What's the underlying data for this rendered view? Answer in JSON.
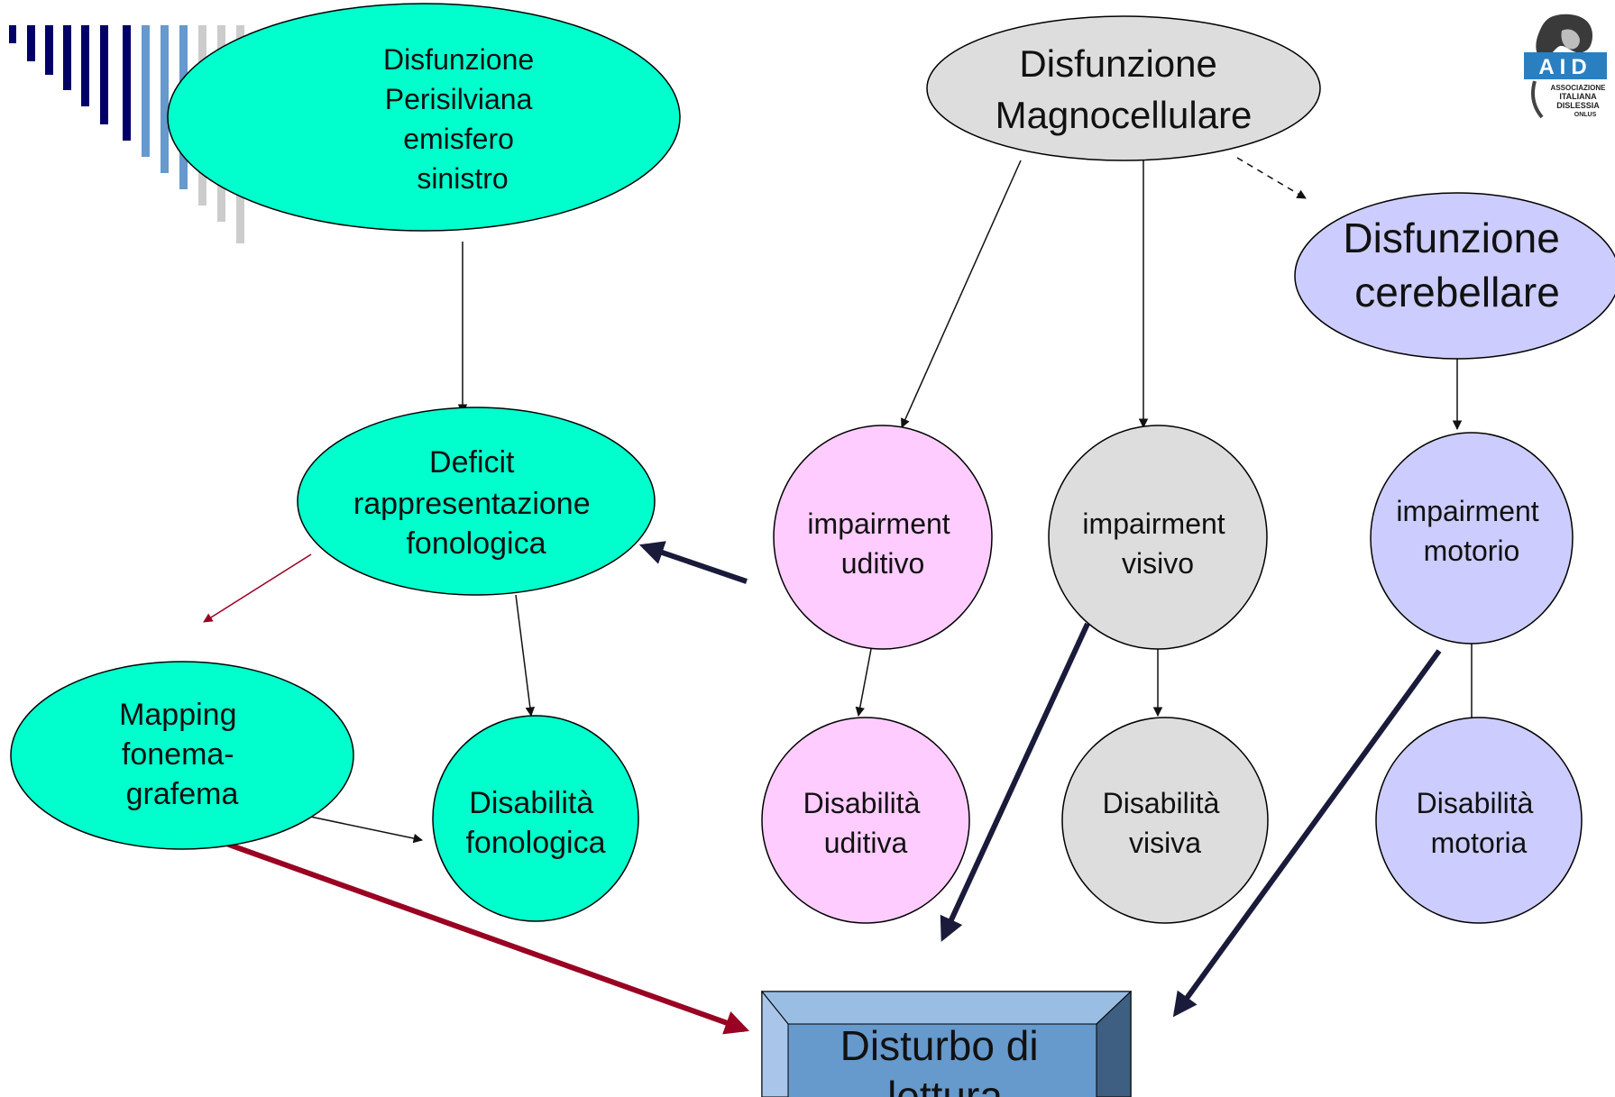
{
  "nodes": {
    "perisilviana": {
      "lines": [
        "Disfunzione",
        "Perisilviana",
        "emisfero",
        "sinistro"
      ],
      "fill": "#00ffcc"
    },
    "magnocellulare": {
      "lines": [
        "Disfunzione",
        "Magnocellulare"
      ],
      "fill": "#dddddd"
    },
    "cerebellare": {
      "lines": [
        "Disfunzione",
        "cerebellare"
      ],
      "fill": "#ccccff"
    },
    "deficit": {
      "lines": [
        "Deficit",
        "rappresentazione",
        "fonologica"
      ],
      "fill": "#00ffcc"
    },
    "imp_uditivo": {
      "lines": [
        "impairment",
        "uditivo"
      ],
      "fill": "#ffccff"
    },
    "imp_visivo": {
      "lines": [
        "impairment",
        "visivo"
      ],
      "fill": "#dddddd"
    },
    "imp_motorio": {
      "lines": [
        "impairment",
        "motorio"
      ],
      "fill": "#ccccff"
    },
    "mapping": {
      "lines": [
        "Mapping",
        "fonema-",
        "grafema"
      ],
      "fill": "#00ffcc"
    },
    "dis_fonologica": {
      "lines": [
        "Disabilità",
        "fonologica"
      ],
      "fill": "#00ffcc"
    },
    "dis_uditiva": {
      "lines": [
        "Disabilità",
        "uditiva"
      ],
      "fill": "#ffccff"
    },
    "dis_visiva": {
      "lines": [
        "Disabilità",
        "visiva"
      ],
      "fill": "#dddddd"
    },
    "dis_motoria": {
      "lines": [
        "Disabilità",
        "motoria"
      ],
      "fill": "#ccccff"
    },
    "disturbo": {
      "lines": [
        "Disturbo di",
        "lettura"
      ],
      "fill": "#6699cc"
    }
  },
  "logo": {
    "letters": "AID",
    "lines": [
      "ASSOCIAZIONE",
      "ITALIANA",
      "DISLESSIA",
      "ONLUS"
    ]
  },
  "colors": {
    "arrow": "#111111",
    "arrow_bold": "#1a1a3a",
    "arrow_red": "#990022",
    "stripe_dark": "#000066",
    "stripe_mid": "#6699cc",
    "stripe_light": "#cccccc"
  }
}
